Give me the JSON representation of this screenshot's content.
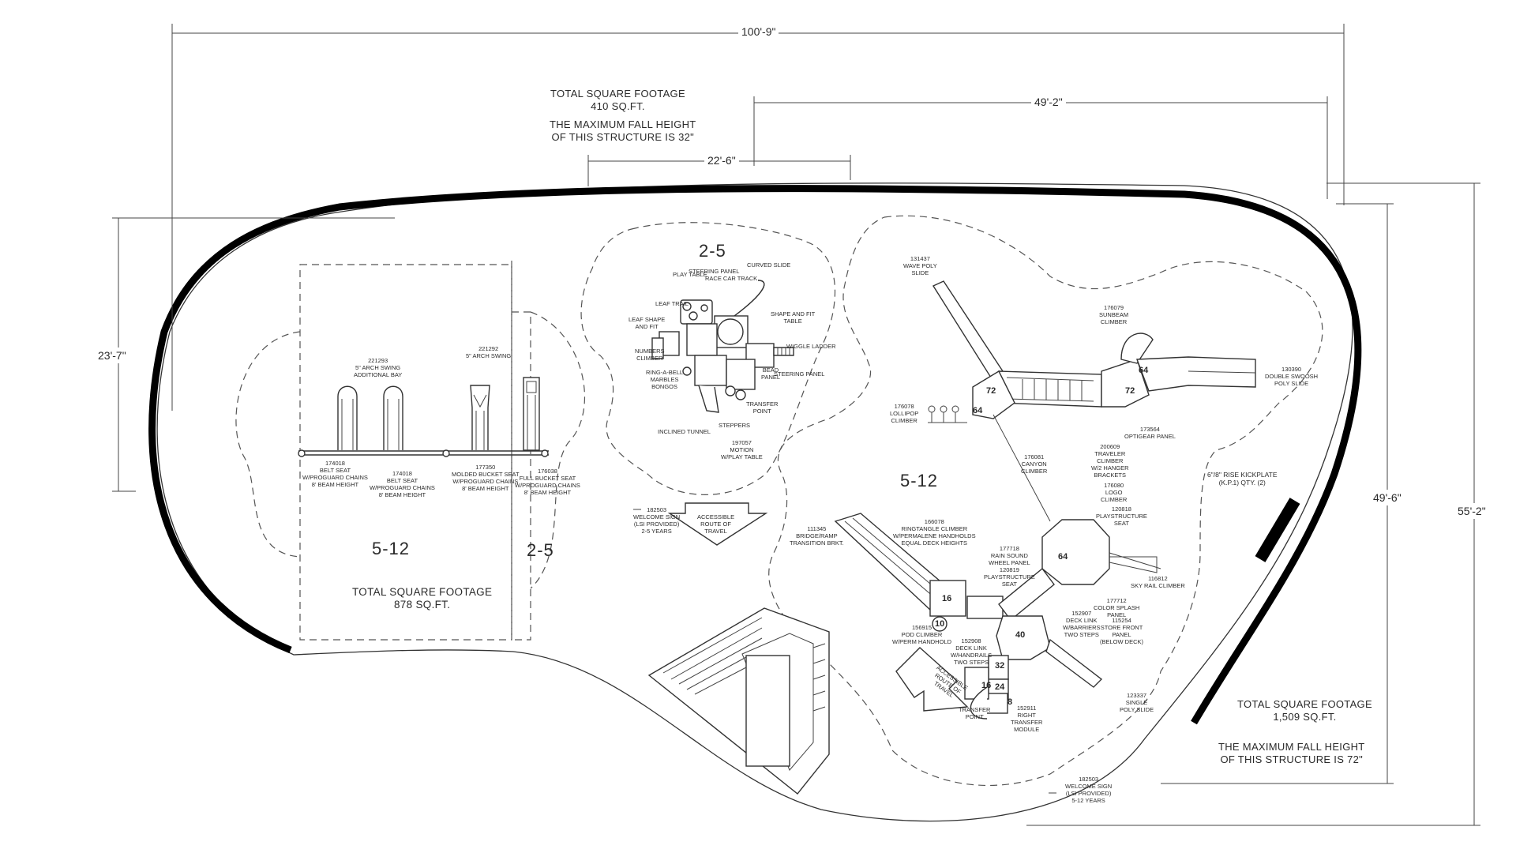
{
  "dimensions": {
    "overall_width": "100'-9\"",
    "top_right": "49'-2\"",
    "top_left": "22'-6\"",
    "left_height": "23'-7\"",
    "right_inner": "49'-6\"",
    "right_outer": "55'-2\""
  },
  "notes": {
    "zone_top_sqft_title": "TOTAL SQUARE FOOTAGE",
    "zone_top_sqft_value": "410 SQ.FT.",
    "zone_top_fall_1": "THE MAXIMUM FALL HEIGHT",
    "zone_top_fall_2": "OF THIS STRUCTURE IS 32\"",
    "swing_sqft_title": "TOTAL SQUARE FOOTAGE",
    "swing_sqft_value": "878 SQ.FT.",
    "big_sqft_title": "TOTAL SQUARE FOOTAGE",
    "big_sqft_value": "1,509 SQ.FT.",
    "big_fall_1": "THE MAXIMUM FALL HEIGHT",
    "big_fall_2": "OF THIS STRUCTURE IS 72\""
  },
  "age_labels": {
    "swing_big": "5-12",
    "swing_small": "2-5",
    "small_structure": "2-5",
    "big_structure": "5-12"
  },
  "swing_labels": {
    "p221293_1": "221293",
    "p221293_2": "5\" ARCH SWING",
    "p221293_3": "ADDITIONAL BAY",
    "p221292_1": "221292",
    "p221292_2": "5\" ARCH SWING",
    "p174018a_1": "174018",
    "p174018a_2": "BELT SEAT",
    "p174018a_3": "W/PROGUARD CHAINS",
    "p174018a_4": "8' BEAM HEIGHT",
    "p174018b_1": "174018",
    "p174018b_2": "BELT SEAT",
    "p174018b_3": "W/PROGUARD CHAINS",
    "p174018b_4": "8' BEAM HEIGHT",
    "p177350_1": "177350",
    "p177350_2": "MOLDED BUCKET SEAT",
    "p177350_3": "W/PROGUARD CHAINS",
    "p177350_4": "8' BEAM HEIGHT",
    "p176038_1": "176038",
    "p176038_2": "FULL BUCKET SEAT",
    "p176038_3": "W/PROGUARD CHAINS",
    "p176038_4": "8' BEAM HEIGHT"
  },
  "small_labels": {
    "play_table": "PLAY TABLE",
    "steering_panel": "STEERING PANEL",
    "race_car_track": "RACE CAR TRACK",
    "curved_slide": "CURVED SLIDE",
    "leaf_trail": "LEAF TRAIL",
    "leaf_shape_1": "LEAF SHAPE",
    "leaf_shape_2": "AND FIT",
    "shape_fit_1": "SHAPE AND FIT",
    "shape_fit_2": "TABLE",
    "numbers_1": "NUMBERS",
    "numbers_2": "CLIMBER",
    "wiggle_ladder": "WIGGLE LADDER",
    "bead_panel_1": "BEAD",
    "bead_panel_2": "PANEL",
    "bead_panel_3": "STEERING PANEL",
    "ring_1": "RING-A-BELL",
    "ring_2": "MARBLES",
    "ring_3": "BONGOS",
    "transfer_1": "TRANSFER",
    "transfer_2": "POINT",
    "steppers": "STEPPERS",
    "inclined_tunnel": "INCLINED TUNNEL",
    "p197057_1": "197057",
    "p197057_2": "MOTION",
    "p197057_3": "W/PLAY TABLE"
  },
  "sign_labels": {
    "welcome_a_1": "182503",
    "welcome_a_2": "WELCOME SIGN",
    "welcome_a_3": "(LSI PROVIDED)",
    "welcome_a_4": "2-5 YEARS",
    "accessible_a_1": "ACCESSIBLE",
    "accessible_a_2": "ROUTE OF",
    "accessible_a_3": "TRAVEL",
    "welcome_b_1": "182503",
    "welcome_b_2": "WELCOME SIGN",
    "welcome_b_3": "(LSI PROVIDED)",
    "welcome_b_4": "5-12 YEARS"
  },
  "big_labels": {
    "p131437_1": "131437",
    "p131437_2": "WAVE POLY",
    "p131437_3": "SLIDE",
    "p176079_1": "176079",
    "p176079_2": "SUNBEAM",
    "p176079_3": "CLIMBER",
    "p130390_1": "130390",
    "p130390_2": "DOUBLE SWOOSH",
    "p130390_3": "POLY SLIDE",
    "p176078_1": "176078",
    "p176078_2": "LOLLIPOP",
    "p176078_3": "CLIMBER",
    "p173564_1": "173564",
    "p173564_2": "OPTIGEAR PANEL",
    "p176081_1": "176081",
    "p176081_2": "CANYON",
    "p176081_3": "CLIMBER",
    "p200609_1": "200609",
    "p200609_2": "TRAVELER",
    "p200609_3": "CLIMBER",
    "p200609_4": "W/2 HANGER",
    "p200609_5": "BRACKETS",
    "kickplate_1": "6\"/8\" RISE KICKPLATE",
    "kickplate_2": "(K.P.1) QTY. (2)",
    "p176080_1": "176080",
    "p176080_2": "LOGO",
    "p176080_3": "CLIMBER",
    "p120818_1": "120818",
    "p120818_2": "PLAYSTRUCTURE",
    "p120818_3": "SEAT",
    "p111345_1": "111345",
    "p111345_2": "BRIDGE/RAMP",
    "p111345_3": "TRANSITION BRKT.",
    "p166078_1": "166078",
    "p166078_2": "RINGTANGLE CLIMBER",
    "p166078_3": "W/PERMALENE HANDHOLDS",
    "p166078_4": "EQUAL DECK HEIGHTS",
    "p177718_1": "177718",
    "p177718_2": "RAIN SOUND",
    "p177718_3": "WHEEL PANEL",
    "p177718_4": "120819",
    "p177718_5": "PLAYSTRUCTURE",
    "p177718_6": "SEAT",
    "p116812_1": "116812",
    "p116812_2": "SKY RAIL CLIMBER",
    "p177712_1": "177712",
    "p177712_2": "COLOR SPLASH",
    "p177712_3": "PANEL",
    "p152907_1": "152907",
    "p152907_2": "DECK LINK",
    "p152907_3": "W/BARRIERS",
    "p152907_4": "TWO STEPS",
    "p115254_1": "115254",
    "p115254_2": "STORE FRONT",
    "p115254_3": "PANEL",
    "p115254_4": "(BELOW DECK)",
    "p156915_1": "156915",
    "p156915_2": "POD CLIMBER",
    "p156915_3": "W/PERM HANDHOLD",
    "p152908_1": "152908",
    "p152908_2": "DECK LINK",
    "p152908_3": "W/HANDRAILS",
    "p152908_4": "TWO STEPS",
    "accessible_b_1": "ACCESSIBLE",
    "accessible_b_2": "ROUTE OF",
    "accessible_b_3": "TRAVEL",
    "transfer_b_1": "TRANSFER",
    "transfer_b_2": "POINT",
    "p152911_1": "152911",
    "p152911_2": "RIGHT",
    "p152911_3": "TRANSFER",
    "p152911_4": "MODULE",
    "p123337_1": "123337",
    "p123337_2": "SINGLE",
    "p123337_3": "POLY SLIDE"
  },
  "deck_heights": {
    "d72a": "72",
    "d64a": "64",
    "d72b": "72",
    "d64b": "64",
    "d64c": "64",
    "d16a": "16",
    "d10": "10",
    "d40": "40",
    "d32": "32",
    "d24": "24",
    "d8": "8",
    "d16b": "16"
  }
}
